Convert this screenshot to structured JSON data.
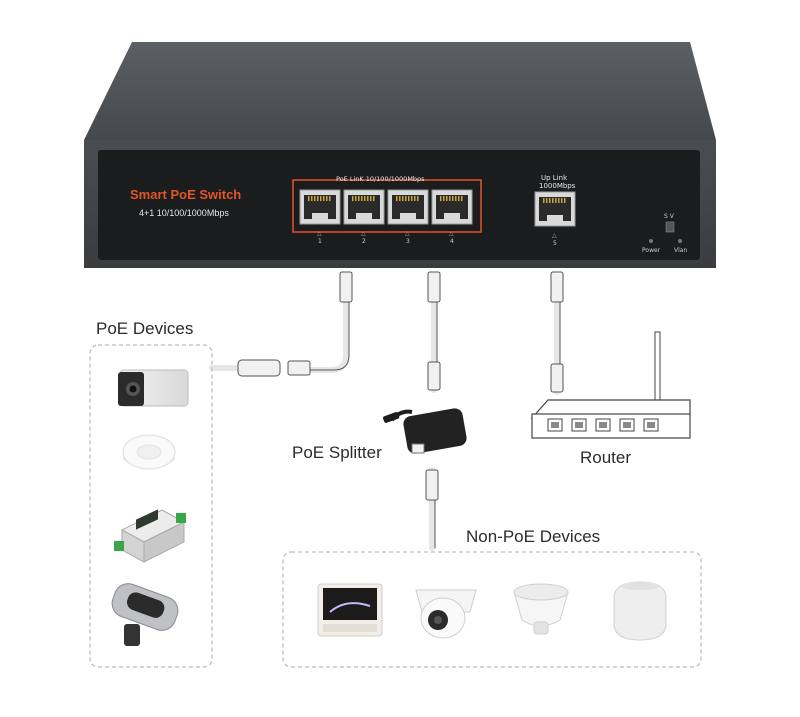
{
  "switch": {
    "brand": "Smart PoE Switch",
    "model": "4+1 10/100/1000Mbps",
    "poe_group_label": "PoE LinK  10/100/1000Mbps",
    "uplink_label_1": "Up Link",
    "uplink_label_2": "1000Mbps",
    "ports": [
      "1",
      "2",
      "3",
      "4",
      "5"
    ],
    "switch_sv": "S  V",
    "power_label": "Power",
    "vlan_label": "Vlan",
    "accent_color": "#e2542a"
  },
  "labels": {
    "poe_devices": "PoE Devices",
    "poe_splitter": "PoE Splitter",
    "router": "Router",
    "non_poe_devices": "Non-PoE Devices"
  },
  "icons": {
    "poe_devices": [
      "bullet-camera-icon",
      "ceiling-access-point-icon",
      "din-rail-module-icon",
      "outdoor-sensor-icon"
    ],
    "non_poe_devices": [
      "smart-panel-icon",
      "dome-camera-icon",
      "ceiling-speaker-icon",
      "smart-speaker-icon"
    ]
  }
}
